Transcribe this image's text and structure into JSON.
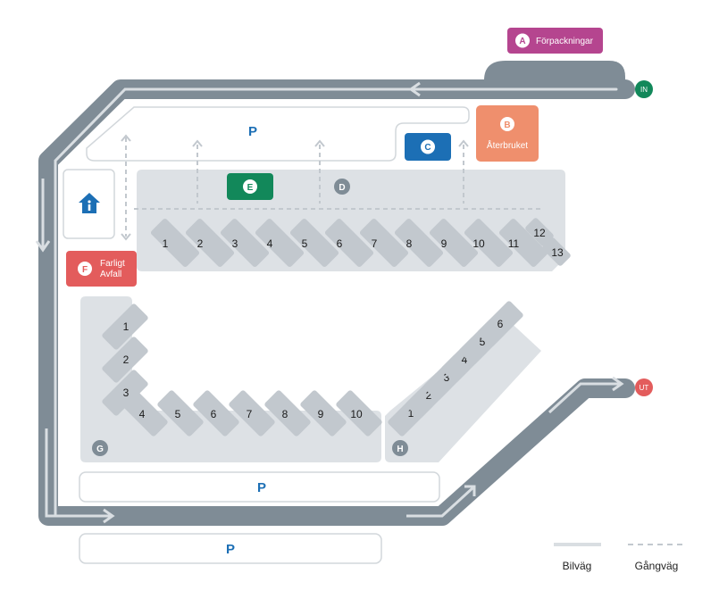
{
  "colors": {
    "road": "#7f8c96",
    "lane": "#d9dee2",
    "zone": "#dde1e5",
    "slot": "#c2c8ce",
    "marker": "#7f8c96",
    "parking_text": "#1c6fb5",
    "green": "#12885a",
    "red": "#e35c5c",
    "purple": "#b5458f",
    "orange": "#ef8f6d",
    "blue": "#1c6fb5"
  },
  "entrance": {
    "label": "IN"
  },
  "exit": {
    "label": "UT"
  },
  "stations": {
    "a": {
      "letter": "A",
      "label": "Förpackningar"
    },
    "b": {
      "letter": "B",
      "label": "Återbruket"
    },
    "c": {
      "letter": "C"
    },
    "e": {
      "letter": "E"
    },
    "f": {
      "letter": "F",
      "label_line1": "Farligt",
      "label_line2": "Avfall"
    },
    "info": {
      "icon": "info-house-icon"
    }
  },
  "zones": {
    "d": {
      "letter": "D",
      "slots": [
        "1",
        "2",
        "3",
        "4",
        "5",
        "6",
        "7",
        "8",
        "9",
        "10",
        "11",
        "12",
        "13"
      ]
    },
    "g": {
      "letter": "G",
      "vertical_slots": [
        "1",
        "2",
        "3"
      ],
      "horizontal_slots": [
        "4",
        "5",
        "6",
        "7",
        "8",
        "9",
        "10"
      ]
    },
    "h": {
      "letter": "H",
      "slots": [
        "1",
        "2",
        "3",
        "4",
        "5",
        "6"
      ]
    }
  },
  "parking": {
    "symbol": "P"
  },
  "legend": {
    "road_label": "Bilväg",
    "walkway_label": "Gångväg"
  }
}
